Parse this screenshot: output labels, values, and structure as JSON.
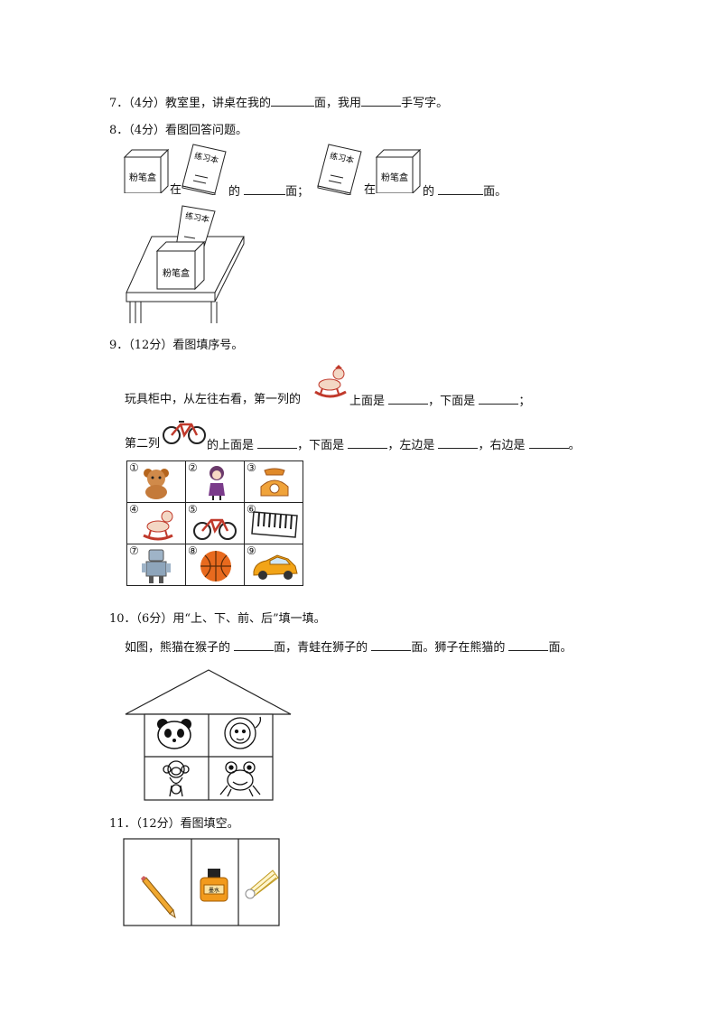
{
  "q7": {
    "text_a": "7．（4分）教室里，讲桌在我的",
    "text_b": "面，我用",
    "text_c": "手写字。"
  },
  "q8": {
    "title": "8．（4分）看图回答问题。",
    "box_label": "粉笔盒",
    "book_label": "练习本",
    "zai": "在",
    "de": "的",
    "mian_semicolon": "面；",
    "mian_period": "面。"
  },
  "q9": {
    "title": "9．（12分）看图填序号。",
    "line1_a": "玩具柜中，从左往右看，第一列的",
    "line1_b": "上面是",
    "line1_c": "，下面是",
    "line1_d": "；",
    "line2_a": "第二列",
    "line2_b": "的上面是",
    "line2_c": "，下面是",
    "line2_d": "，左边是",
    "line2_e": "，右边是",
    "line2_f": "。",
    "cells": [
      "①",
      "②",
      "③",
      "④",
      "⑤",
      "⑥",
      "⑦",
      "⑧",
      "⑨"
    ],
    "items": [
      "teddy-bear",
      "doll",
      "telephone",
      "rocking-horse",
      "bicycle",
      "piano-keyboard",
      "robot",
      "basketball",
      "toy-car"
    ]
  },
  "q10": {
    "title": "10．（6分）用“上、下、前、后”填一填。",
    "text_a": "如图，熊猫在猴子的",
    "text_b": "面，青蛙在狮子的",
    "text_c": "面。狮子在熊猫的",
    "text_d": "面。",
    "animals": [
      "panda",
      "lion",
      "monkey",
      "frog"
    ]
  },
  "q11": {
    "title": "11．（12分）看图填空。",
    "items": [
      "pencil",
      "ink-bottle",
      "shuttlecock"
    ],
    "ink_label": "墨水"
  }
}
